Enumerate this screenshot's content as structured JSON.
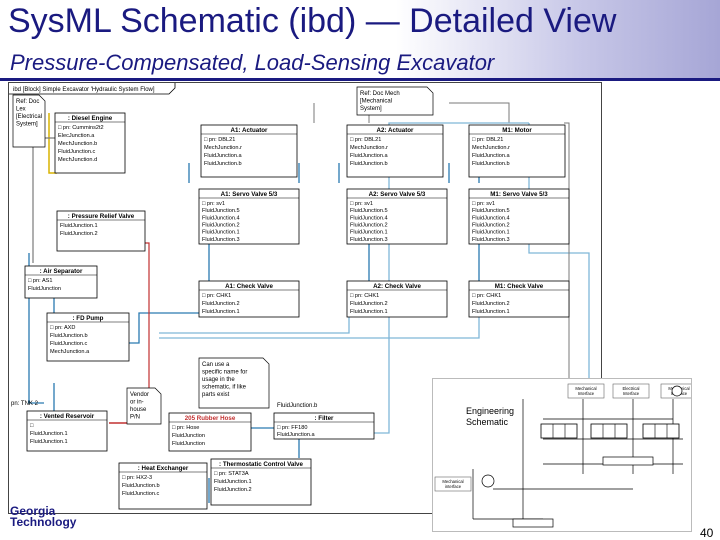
{
  "slide": {
    "title": "SysML Schematic (ibd) — Detailed View",
    "subtitle": "Pressure-Compensated, Load-Sensing Excavator",
    "page_number": "40",
    "logo": {
      "line1": "Georgia",
      "line2": "Technology"
    }
  },
  "diagram": {
    "header": "ibd [Block] Simple Excavator 'Hydraulic System Flow]",
    "ref_doc_lex": [
      "Ref: Doc",
      "Lex",
      "[Electrical",
      "System]"
    ],
    "ref_doc_mech": [
      "Ref: Doc Mech",
      "[Mechanical",
      "System]"
    ],
    "note_specific_name": [
      "Can use a",
      "specific name for",
      "usage in the",
      "schematic, if like",
      "parts exist"
    ],
    "note_vendor": [
      "Vendor",
      "or in-",
      "house",
      "P/N"
    ],
    "blocks": [
      {
        "title": ": Diesel Engine",
        "lines": [
          "□ pn: Cummins2t2",
          "ElecJunction.a",
          "MechJunction.b",
          "FluidJunction.c",
          "MechJunction.d"
        ]
      },
      {
        "title": "A1: Actuator",
        "lines": [
          "□ pn: DBL21",
          "MechJunction.r",
          "FluidJunction.a",
          "FluidJunction.b"
        ]
      },
      {
        "title": "A2: Actuator",
        "lines": [
          "□ pn: DBL21",
          "MechJunction.r",
          "FluidJunction.a",
          "FluidJunction.b"
        ]
      },
      {
        "title": "M1: Motor",
        "lines": [
          "□ pn: DBL21",
          "MechJunction.r",
          "FluidJunction.a",
          "FluidJunction.b"
        ]
      },
      {
        "title": "A1: Servo Valve 5/3",
        "lines": [
          "□ pn: sv1",
          "FluidJunction.5",
          "FluidJunction.4",
          "FluidJunction.2",
          "FluidJunction.1",
          "FluidJunction.3"
        ]
      },
      {
        "title": "A2: Servo Valve 5/3",
        "lines": [
          "□ pn: sv1",
          "FluidJunction.5",
          "FluidJunction.4",
          "FluidJunction.2",
          "FluidJunction.1",
          "FluidJunction.3"
        ]
      },
      {
        "title": "M1: Servo Valve 5/3",
        "lines": [
          "□ pn: sv1",
          "FluidJunction.5",
          "FluidJunction.4",
          "FluidJunction.2",
          "FluidJunction.1",
          "FluidJunction.3"
        ]
      },
      {
        "title": ": Pressure Relief Valve",
        "lines": [
          "FluidJunction.1",
          "FluidJunction.2"
        ]
      },
      {
        "title": ": Air Separator",
        "lines": [
          "□ pn: AS1",
          "FluidJunction"
        ]
      },
      {
        "title": "A1: Check Valve",
        "lines": [
          "□ pn: CHK1",
          "FluidJunction.2",
          "FluidJunction.1"
        ]
      },
      {
        "title": "A2: Check Valve",
        "lines": [
          "□ pn: CHK1",
          "FluidJunction.2",
          "FluidJunction.1"
        ]
      },
      {
        "title": "M1: Check Valve",
        "lines": [
          "□ pn: CHK1",
          "FluidJunction.2",
          "FluidJunction.1"
        ]
      },
      {
        "title": ": FD Pump",
        "lines": [
          "□ pn: AXD",
          "FluidJunction.b",
          "FluidJunction.c",
          "MechJunction.a"
        ]
      },
      {
        "title": ": Vented Reservoir",
        "lines": [
          "□",
          "FluidJunction.1",
          "FluidJunction.1"
        ]
      },
      {
        "title": "205 Rubber Hose",
        "lines": [
          "□ pn: Hose",
          "FluidJunction",
          "FluidJunction"
        ]
      },
      {
        "title": ": Filter",
        "lines": [
          "□ pn: FF180",
          "FluidJunction.a"
        ]
      },
      {
        "title": ": Heat Exchanger",
        "lines": [
          "□ pn: HX2-3",
          "FluidJunction.b",
          "FluidJunction.c"
        ]
      },
      {
        "title": ": Thermostatic Control Valve",
        "lines": [
          "□ pn: STAT3A",
          "FluidJunction.1",
          "FluidJunction.2"
        ]
      }
    ],
    "tank_label": "pn: TNK 2",
    "port_label_filter": "FluidJunction.b"
  },
  "schematic": {
    "label": "Engineering\nSchematic",
    "interfaces": [
      "Mechanical\nInterface",
      "Electrical\nInterface",
      "Mechanical\nInterface",
      "Mechanical\ninterface"
    ]
  },
  "colors": {
    "title": "#1a1a80",
    "connector_fluid": "#2a7ab0",
    "connector_fluid_alt": "#7fb6d8",
    "connector_mech": "#7a7a7a",
    "connector_elec": "#d9b400",
    "connector_red": "#c23030",
    "hose_title": "#c23030"
  }
}
